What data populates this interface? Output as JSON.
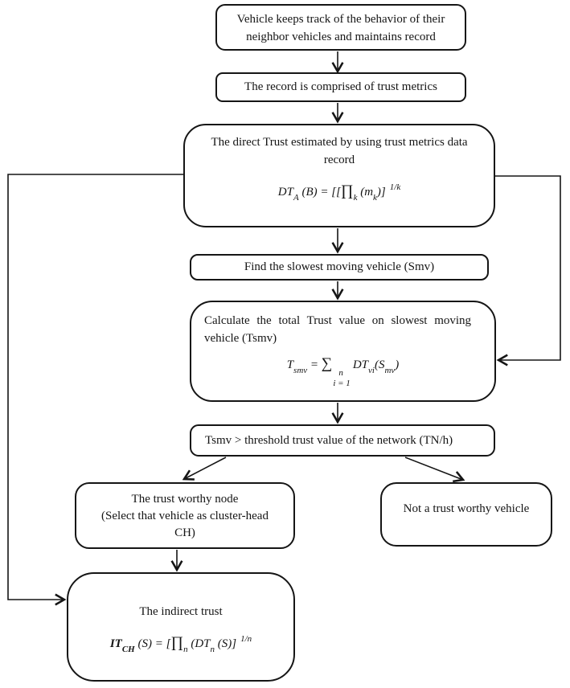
{
  "figure": {
    "background": "#ffffff",
    "stroke_color": "#151515",
    "text_color": "#151515"
  },
  "nodes": {
    "track_record": {
      "lines": [
        "Vehicle keeps track of the behavior of their",
        "neighbor vehicles and maintains record"
      ]
    },
    "trust_metrics": {
      "text": "The record is comprised of trust metrics"
    },
    "direct_trust": {
      "lines": [
        "The direct Trust estimated by using trust metrics data",
        "record"
      ],
      "formula": {
        "lhs": "DT",
        "lhs_sub": "A",
        "mid": " (B) = [[",
        "prod": "∏",
        "prod_sub": "k",
        "m_open": " (m",
        "m_sub": "k",
        "close": ")]",
        "exp": "1/k"
      }
    },
    "find_smv": {
      "text": "Find the slowest moving vehicle (Smv)"
    },
    "total_trust": {
      "lines": [
        "Calculate the total Trust value on slowest moving",
        "vehicle (Tsmv)"
      ],
      "formula": {
        "lhs": "T",
        "lhs_sub": "smv",
        "eq": " = ",
        "sigma": "∑",
        "upper": "n",
        "lower": "i = 1",
        "dt": "DT",
        "dt_sub": "vi",
        "s_open": "(S",
        "s_sub": "mv",
        "close": ")"
      }
    },
    "threshold": {
      "text": "Tsmv > threshold trust value of the network (TN/h)"
    },
    "trustworthy": {
      "lines": [
        "The trust worthy node",
        "(Select that vehicle as cluster-head",
        "CH)"
      ]
    },
    "not_trustworthy": {
      "text": "Not a trust worthy vehicle"
    },
    "indirect_trust": {
      "title": "The indirect trust",
      "formula": {
        "lhs": "IT",
        "lhs_sub": "CH",
        "mid": " (S) = [",
        "prod": "∏",
        "prod_sub": "n",
        "dt_open": " (DT",
        "dt_sub": "n",
        "close": " (S)]",
        "exp": "1/n"
      }
    }
  }
}
